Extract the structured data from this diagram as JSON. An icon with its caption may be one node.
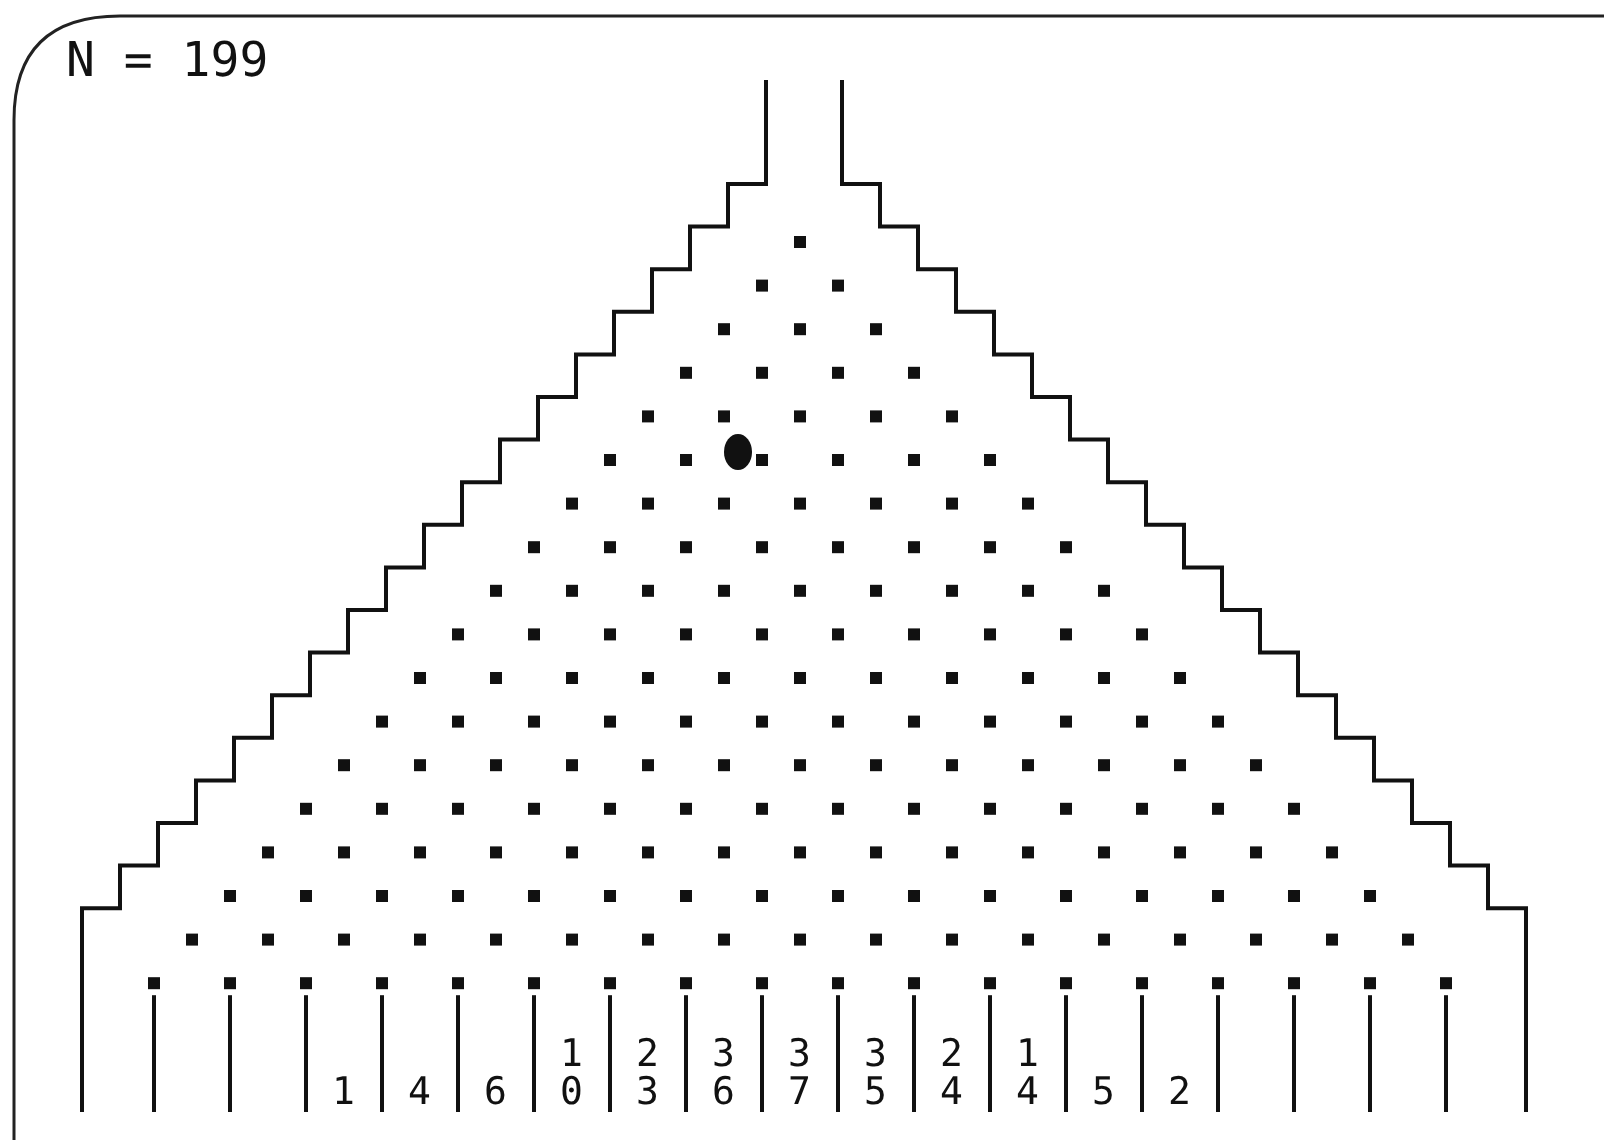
{
  "diagram": {
    "labels": [
      "N = 199",
      "1",
      "4",
      "6",
      "10",
      "23",
      "36",
      "37",
      "35",
      "24",
      "14",
      "5",
      "2"
    ]
  }
}
